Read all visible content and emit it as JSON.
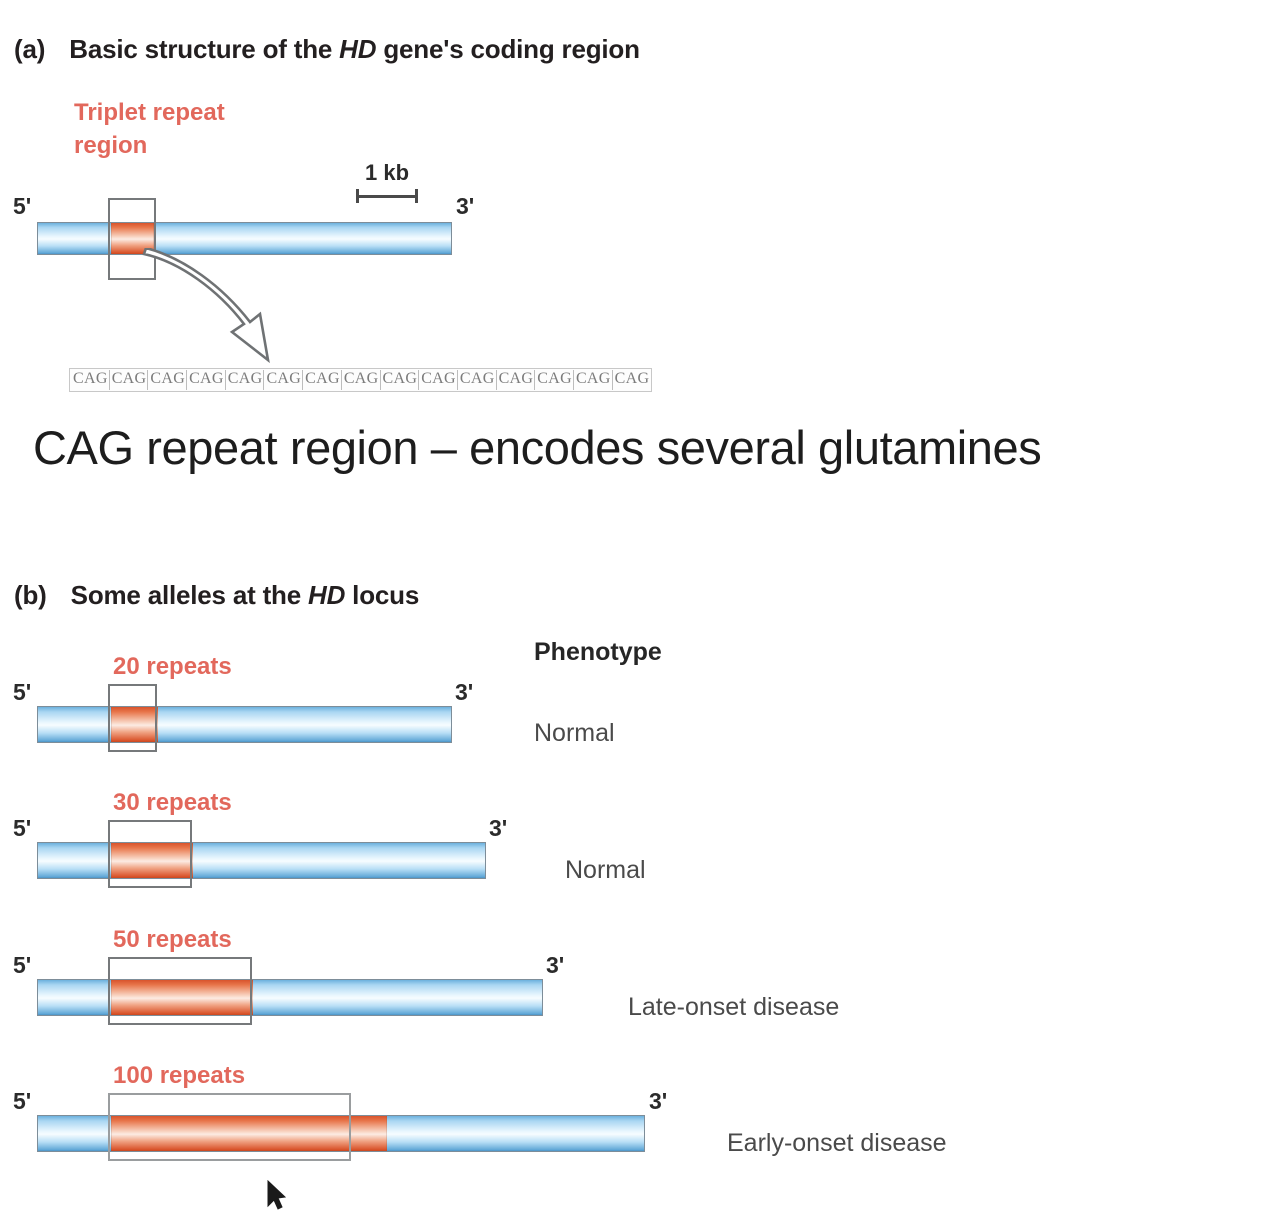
{
  "figure": {
    "panel_a": {
      "label": "(a)",
      "title_before": "Basic structure of the ",
      "title_italic": "HD",
      "title_after": " gene's coding region",
      "title_full": "(a)  Basic structure of the HD gene's coding region",
      "repeat_region_label": "Triplet repeat\nregion",
      "scale_label": "1 kb",
      "five_prime": "5'",
      "three_prime": "3'",
      "cag_codons": [
        "CAG",
        "CAG",
        "CAG",
        "CAG",
        "CAG",
        "CAG",
        "CAG",
        "CAG",
        "CAG",
        "CAG",
        "CAG",
        "CAG",
        "CAG",
        "CAG",
        "CAG"
      ],
      "cag_count": 15
    },
    "caption": "CAG repeat region – encodes several glutamines",
    "panel_b": {
      "label": "(b)",
      "title_before": "Some alleles at the ",
      "title_italic": "HD",
      "title_after": " locus",
      "title_full": "(b)  Some alleles at the HD locus",
      "phenotype_header": "Phenotype",
      "alleles": [
        {
          "repeats_label": "20 repeats",
          "repeats": 20,
          "phenotype": "Normal",
          "five_prime": "5'",
          "three_prime": "3'"
        },
        {
          "repeats_label": "30 repeats",
          "repeats": 30,
          "phenotype": "Normal",
          "five_prime": "5'",
          "three_prime": "3'"
        },
        {
          "repeats_label": "50 repeats",
          "repeats": 50,
          "phenotype": "Late-onset disease",
          "five_prime": "5'",
          "three_prime": "3'"
        },
        {
          "repeats_label": "100 repeats",
          "repeats": 100,
          "phenotype": "Early-onset disease",
          "five_prime": "5'",
          "three_prime": "3'"
        }
      ]
    },
    "colors": {
      "repeat_red": "#e2685c",
      "gene_blue": "#6cb1dd",
      "repeat_segment": "#d8542c",
      "text_dark": "#231f20",
      "callout_outline": "#76797b"
    },
    "icons": {
      "callout_arrow": "curved-hollow-arrow-icon",
      "scale_bar": "scale-bar-icon",
      "cursor": "mouse-pointer-icon"
    }
  }
}
